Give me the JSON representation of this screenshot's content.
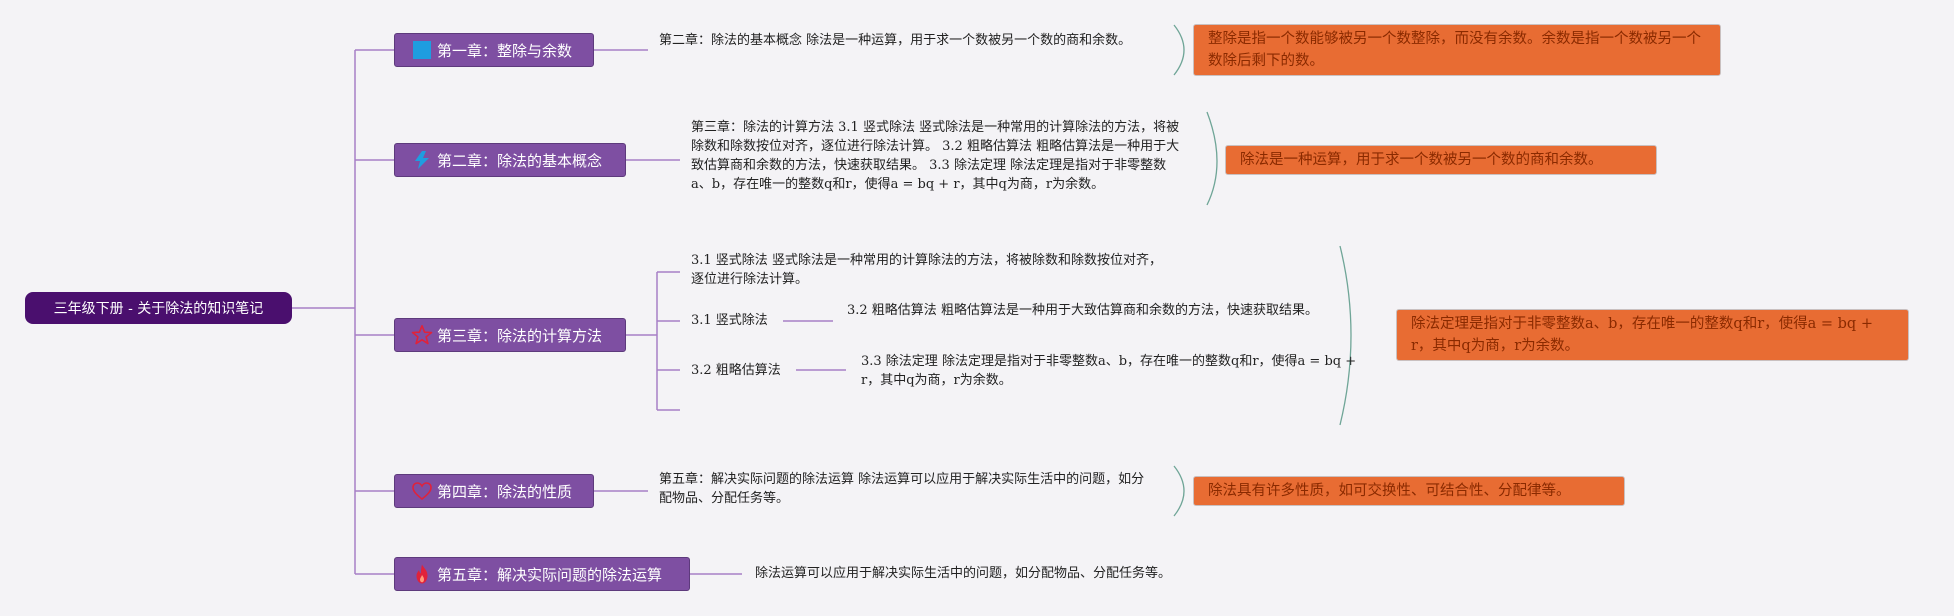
{
  "root": {
    "title": "三年级下册 - 关于除法的知识笔记"
  },
  "chapters": [
    {
      "label": "第一章：整除与余数",
      "icon": "square-icon",
      "description": "第二章：除法的基本概念 除法是一种运算，用于求一个数被另一个数的商和余数。",
      "summary": "整除是指一个数能够被另一个数整除，而没有余数。余数是指一个数被另一个数除后剩下的数。"
    },
    {
      "label": "第二章：除法的基本概念",
      "icon": "lightning-icon",
      "description": "第三章：除法的计算方法 3.1 竖式除法 竖式除法是一种常用的计算除法的方法，将被除数和除数按位对齐，逐位进行除法计算。 3.2 粗略估算法 粗略估算法是一种用于大致估算商和余数的方法，快速获取结果。 3.3 除法定理 除法定理是指对于非零整数a、b，存在唯一的整数q和r，使得a = bq + r，其中q为商，r为余数。",
      "summary": "除法是一种运算，用于求一个数被另一个数的商和余数。"
    },
    {
      "label": "第三章：除法的计算方法",
      "icon": "star-outline-icon",
      "subitems": [
        {
          "label": "3.1 竖式除法 竖式除法是一种常用的计算除法的方法，将被除数和除数按位对齐，逐位进行除法计算。"
        },
        {
          "label": "3.1 竖式除法",
          "detail": "3.2 粗略估算法 粗略估算法是一种用于大致估算商和余数的方法，快速获取结果。"
        },
        {
          "label": "3.2 粗略估算法",
          "detail": "3.3 除法定理 除法定理是指对于非零整数a、b，存在唯一的整数q和r，使得a = bq + r，其中q为商，r为余数。"
        }
      ],
      "summary": "除法定理是指对于非零整数a、b，存在唯一的整数q和r，使得a = bq + r，其中q为商，r为余数。"
    },
    {
      "label": "第四章：除法的性质",
      "icon": "heart-outline-icon",
      "description": "第五章：解决实际问题的除法运算 除法运算可以应用于解决实际生活中的问题，如分配物品、分配任务等。",
      "summary": "除法具有许多性质，如可交换性、可结合性、分配律等。"
    },
    {
      "label": "第五章：解决实际问题的除法运算",
      "icon": "flame-icon",
      "description": "除法运算可以应用于解决实际生活中的问题，如分配物品、分配任务等。"
    }
  ],
  "colors": {
    "root_bg": "#4a0f6e",
    "chapter_bg": "#7e4fa2",
    "connector": "#a77fc6",
    "summary_bg": "#e86c33",
    "summary_text": "#8a2a00",
    "brace": "#6fa597"
  }
}
